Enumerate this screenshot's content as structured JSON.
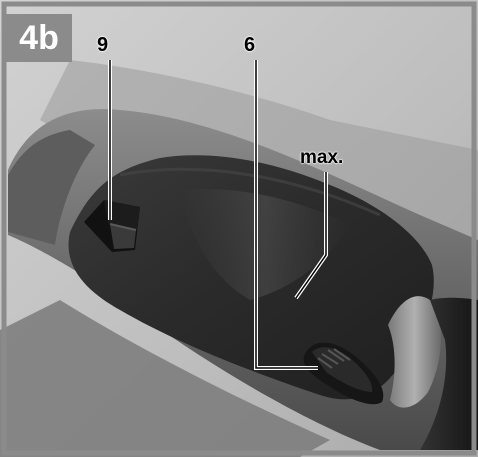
{
  "figure": {
    "tag": "4b",
    "callouts": {
      "switch_label": "9",
      "dial_label": "6",
      "max_label": "max."
    }
  },
  "colors": {
    "frame": "#8b8b8b",
    "tag_background": "#8b8b8b",
    "tag_text": "#ffffff",
    "grip_body": "#2e2e2e",
    "housing": "#6f6f6f",
    "leader_line": "#ffffff"
  }
}
